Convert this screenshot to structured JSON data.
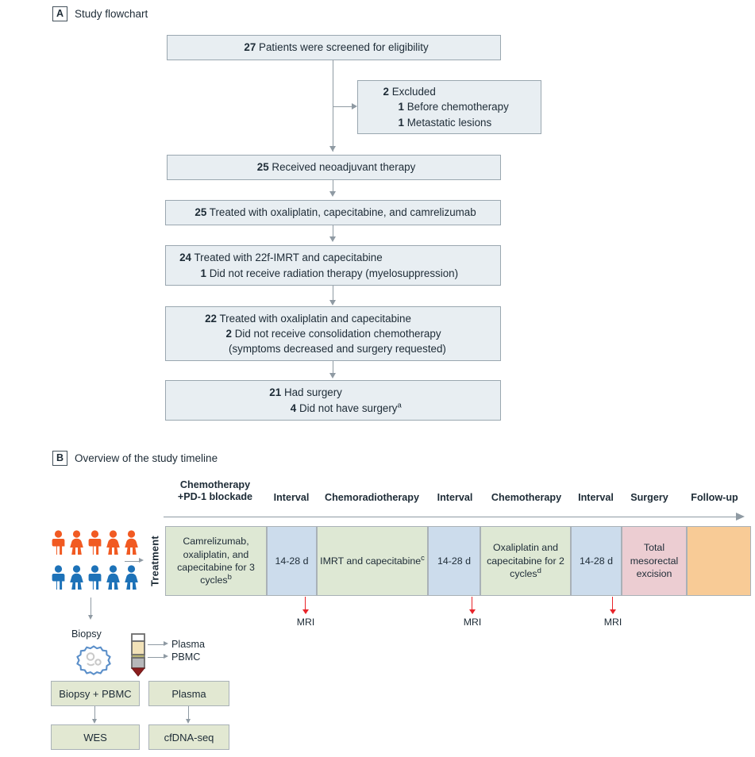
{
  "figure": {
    "panels": [
      {
        "letter": "A",
        "title": "Study flowchart"
      },
      {
        "letter": "B",
        "title": "Overview of the study timeline"
      }
    ]
  },
  "flowchart": {
    "boxes": [
      {
        "id": "screened",
        "lines": [
          {
            "num": "27",
            "text": "Patients were screened for eligibility",
            "indent": 0
          }
        ]
      },
      {
        "id": "excluded",
        "lines": [
          {
            "num": "2",
            "text": "Excluded",
            "indent": 0
          },
          {
            "num": "1",
            "text": "Before chemotherapy",
            "indent": 1
          },
          {
            "num": "1",
            "text": "Metastatic lesions",
            "indent": 1
          }
        ]
      },
      {
        "id": "neoadjuvant",
        "lines": [
          {
            "num": "25",
            "text": "Received neoadjuvant therapy",
            "indent": 0
          }
        ]
      },
      {
        "id": "induction",
        "lines": [
          {
            "num": "25",
            "text": "Treated with oxaliplatin, capecitabine, and camrelizumab",
            "indent": 0
          }
        ]
      },
      {
        "id": "chemoradiation",
        "lines": [
          {
            "num": "24",
            "text": "Treated with 22f-IMRT and capecitabine",
            "indent": 0
          },
          {
            "num": "1",
            "text": "Did not receive radiation therapy (myelosuppression)",
            "indent": 1
          }
        ]
      },
      {
        "id": "consolidation",
        "lines": [
          {
            "num": "22",
            "text": "Treated with oxaliplatin and capecitabine",
            "indent": 0
          },
          {
            "num": "2",
            "text": "Did not receive consolidation chemotherapy",
            "indent": 1
          },
          {
            "num": "",
            "text": "(symptoms decreased and surgery requested)",
            "indent": 2
          }
        ]
      },
      {
        "id": "surgery",
        "lines": [
          {
            "num": "21",
            "text": "Had surgery",
            "indent": 0
          },
          {
            "num": "4",
            "text": "Did not have surgery",
            "footnote": "a",
            "indent": 1
          }
        ]
      }
    ]
  },
  "timeline": {
    "phase_headers": [
      {
        "id": "chemo-pd1",
        "line1": "Chemotherapy",
        "line2": "+PD-1 blockade"
      },
      {
        "id": "interval-1",
        "line1": "",
        "line2": "Interval"
      },
      {
        "id": "chemoradiotherapy",
        "line1": "",
        "line2": "Chemoradiotherapy"
      },
      {
        "id": "interval-2",
        "line1": "",
        "line2": "Interval"
      },
      {
        "id": "chemotherapy",
        "line1": "",
        "line2": "Chemotherapy"
      },
      {
        "id": "interval-3",
        "line1": "",
        "line2": "Interval"
      },
      {
        "id": "surgery",
        "line1": "",
        "line2": "Surgery"
      },
      {
        "id": "follow-up",
        "line1": "",
        "line2": "Follow-up"
      }
    ],
    "row_label": "Treatment",
    "cells": [
      {
        "id": "cell-induction",
        "text": "Camrelizumab, oxaliplatin, and capecitabine for 3 cycles",
        "footnote": "b",
        "color": "#dee8d4"
      },
      {
        "id": "cell-interval-1",
        "text": "14-28 d",
        "footnote": "",
        "color": "#ccdcec"
      },
      {
        "id": "cell-crt",
        "text": "IMRT and capecitabine",
        "footnote": "c",
        "color": "#dee8d4"
      },
      {
        "id": "cell-interval-2",
        "text": "14-28 d",
        "footnote": "",
        "color": "#ccdcec"
      },
      {
        "id": "cell-consolidation",
        "text": "Oxaliplatin and capecitabine for 2 cycles",
        "footnote": "d",
        "color": "#dee8d4"
      },
      {
        "id": "cell-interval-3",
        "text": "14-28 d",
        "footnote": "",
        "color": "#ccdcec"
      },
      {
        "id": "cell-surgery",
        "text": "Total mesorectal excision",
        "footnote": "",
        "color": "#eccdd2"
      },
      {
        "id": "cell-followup",
        "text": "",
        "footnote": "",
        "color": "#f8cb96"
      }
    ],
    "mri_markers": [
      "MRI",
      "MRI",
      "MRI"
    ],
    "mri_color": "#e8242a"
  },
  "workflow": {
    "people": {
      "row_orange_color": "#f15a22",
      "row_blue_color": "#1d72b8",
      "row_orange": [
        "male",
        "female",
        "male",
        "female",
        "female"
      ],
      "row_blue": [
        "male",
        "female",
        "male",
        "female",
        "female"
      ]
    },
    "biopsy_label": "Biopsy",
    "tube_outputs": [
      "Plasma",
      "PBMC"
    ],
    "boxes": [
      {
        "id": "biopsy-pbmc",
        "label": "Biopsy + PBMC"
      },
      {
        "id": "plasma",
        "label": "Plasma"
      },
      {
        "id": "wes",
        "label": "WES"
      },
      {
        "id": "cfdna-seq",
        "label": "cfDNA-seq"
      }
    ]
  },
  "colors": {
    "box_fill": "#e8eef2",
    "box_border": "#9aa7b0",
    "green_cell": "#dee8d4",
    "blue_cell": "#ccdcec",
    "pink_cell": "#eccdd2",
    "orange_cell": "#f8cb96",
    "workflow_fill": "#e2e8d2",
    "text": "#1d2b36",
    "accent_red": "#e8242a"
  }
}
